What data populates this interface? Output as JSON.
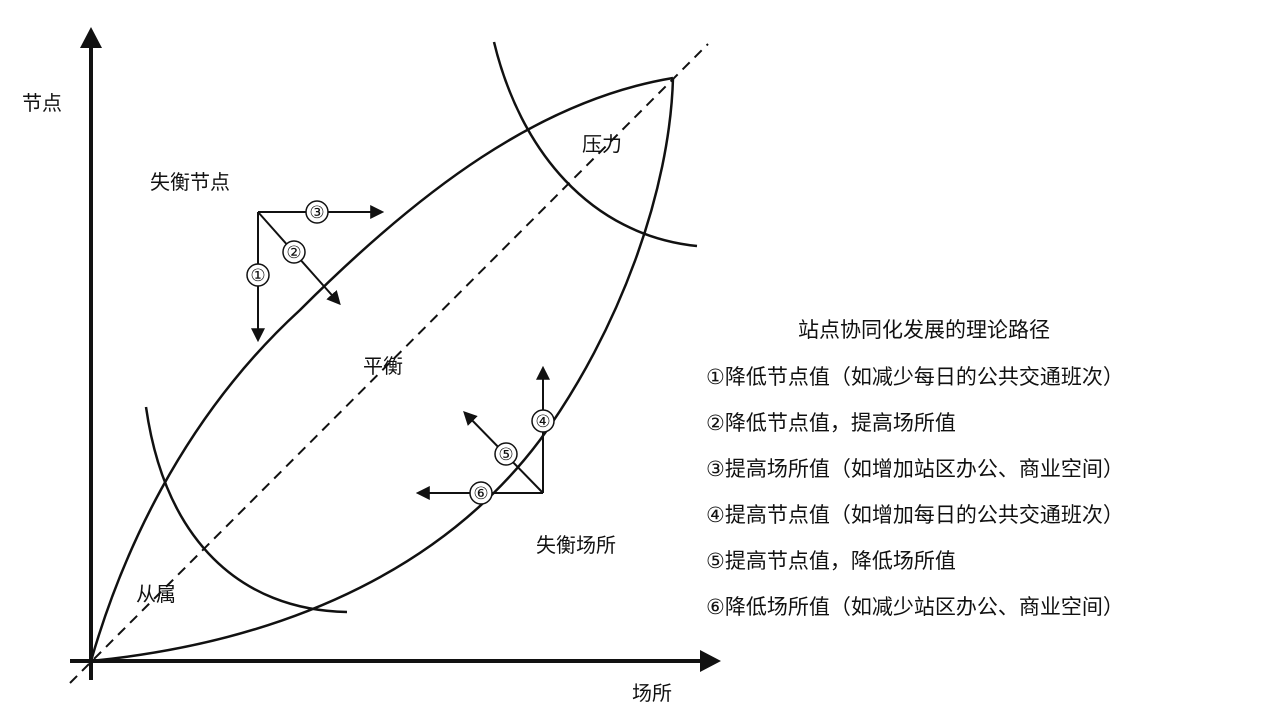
{
  "axes": {
    "y_label": "节点",
    "x_label": "场所"
  },
  "regions": {
    "unbalanced_node": "失衡节点",
    "balance": "平衡",
    "unbalanced_place": "失衡场所",
    "dependency": "从属",
    "stress": "压力"
  },
  "markers": [
    "①",
    "②",
    "③",
    "④",
    "⑤",
    "⑥"
  ],
  "legend": {
    "title": "站点协同化发展的理论路径",
    "items": [
      "①降低节点值（如减少每日的公共交通班次）",
      "②降低节点值，提高场所值",
      "③提高场所值（如增加站区办公、商业空间）",
      "④提高节点值（如增加每日的公共交通班次）",
      "⑤提高节点值，降低场所值",
      "⑥降低场所值（如减少站区办公、商业空间）"
    ]
  }
}
